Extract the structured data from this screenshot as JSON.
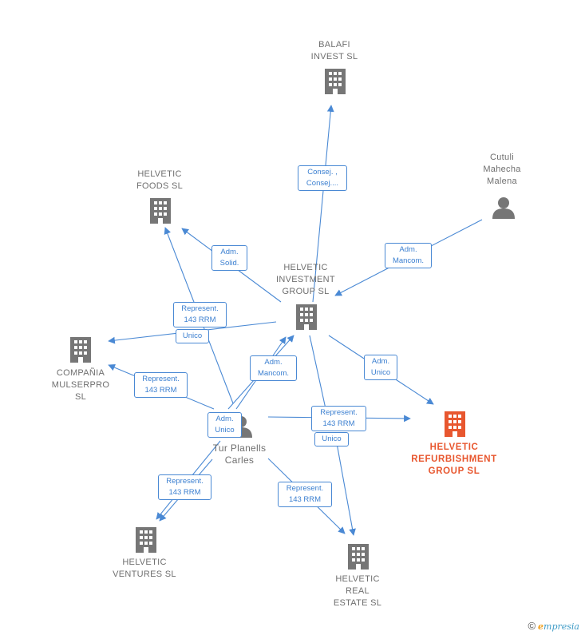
{
  "colors": {
    "edge": "#4a89d4",
    "node": "#767676",
    "main": "#e8572f"
  },
  "nodes": [
    {
      "id": "balafi",
      "kind": "company",
      "lines": [
        "BALAFI",
        "INVEST  SL"
      ]
    },
    {
      "id": "cutuli",
      "kind": "person",
      "lines": [
        "Cutuli",
        "Mahecha",
        "Malena"
      ]
    },
    {
      "id": "foods",
      "kind": "company",
      "lines": [
        "HELVETIC",
        "FOODS  SL"
      ]
    },
    {
      "id": "investment",
      "kind": "company",
      "lines": [
        "HELVETIC",
        "INVESTMENT",
        "GROUP  SL"
      ]
    },
    {
      "id": "mulserpro",
      "kind": "company",
      "lines": [
        "COMPAÑIA",
        "MULSERPRO",
        "SL"
      ]
    },
    {
      "id": "refurbishment",
      "kind": "company-main",
      "lines": [
        "HELVETIC",
        "REFURBISHMENT",
        "GROUP  SL"
      ]
    },
    {
      "id": "tur",
      "kind": "person",
      "lines": [
        "Tur Planells",
        "Carles"
      ]
    },
    {
      "id": "ventures",
      "kind": "company",
      "lines": [
        "HELVETIC",
        "VENTURES  SL"
      ]
    },
    {
      "id": "realestate",
      "kind": "company",
      "lines": [
        "HELVETIC",
        "REAL",
        "ESTATE  SL"
      ]
    }
  ],
  "edges": [
    {
      "id": "e1",
      "lines": [
        "Consej. ,",
        "Consej...."
      ]
    },
    {
      "id": "e2",
      "lines": [
        "Adm.",
        "Mancom."
      ]
    },
    {
      "id": "e3",
      "lines": [
        "Adm.",
        "Solid."
      ]
    },
    {
      "id": "e4",
      "lines": [
        "Represent.",
        "143 RRM"
      ]
    },
    {
      "id": "e5",
      "lines": [
        "Unico"
      ]
    },
    {
      "id": "e6",
      "lines": [
        "Represent.",
        "143 RRM"
      ]
    },
    {
      "id": "e7",
      "lines": [
        "Adm.",
        "Mancom."
      ]
    },
    {
      "id": "e8",
      "lines": [
        "Adm.",
        "Unico"
      ]
    },
    {
      "id": "e9",
      "lines": [
        "Adm.",
        "Unico"
      ]
    },
    {
      "id": "e10",
      "lines": [
        "Represent.",
        "143 RRM"
      ]
    },
    {
      "id": "e11",
      "lines": [
        "Unico"
      ]
    },
    {
      "id": "e12",
      "lines": [
        "Represent.",
        "143 RRM"
      ]
    },
    {
      "id": "e13",
      "lines": [
        "Represent.",
        "143 RRM"
      ]
    }
  ],
  "footer": {
    "copyright": "©",
    "brand_initial": "e",
    "brand_rest": "mpresia"
  }
}
